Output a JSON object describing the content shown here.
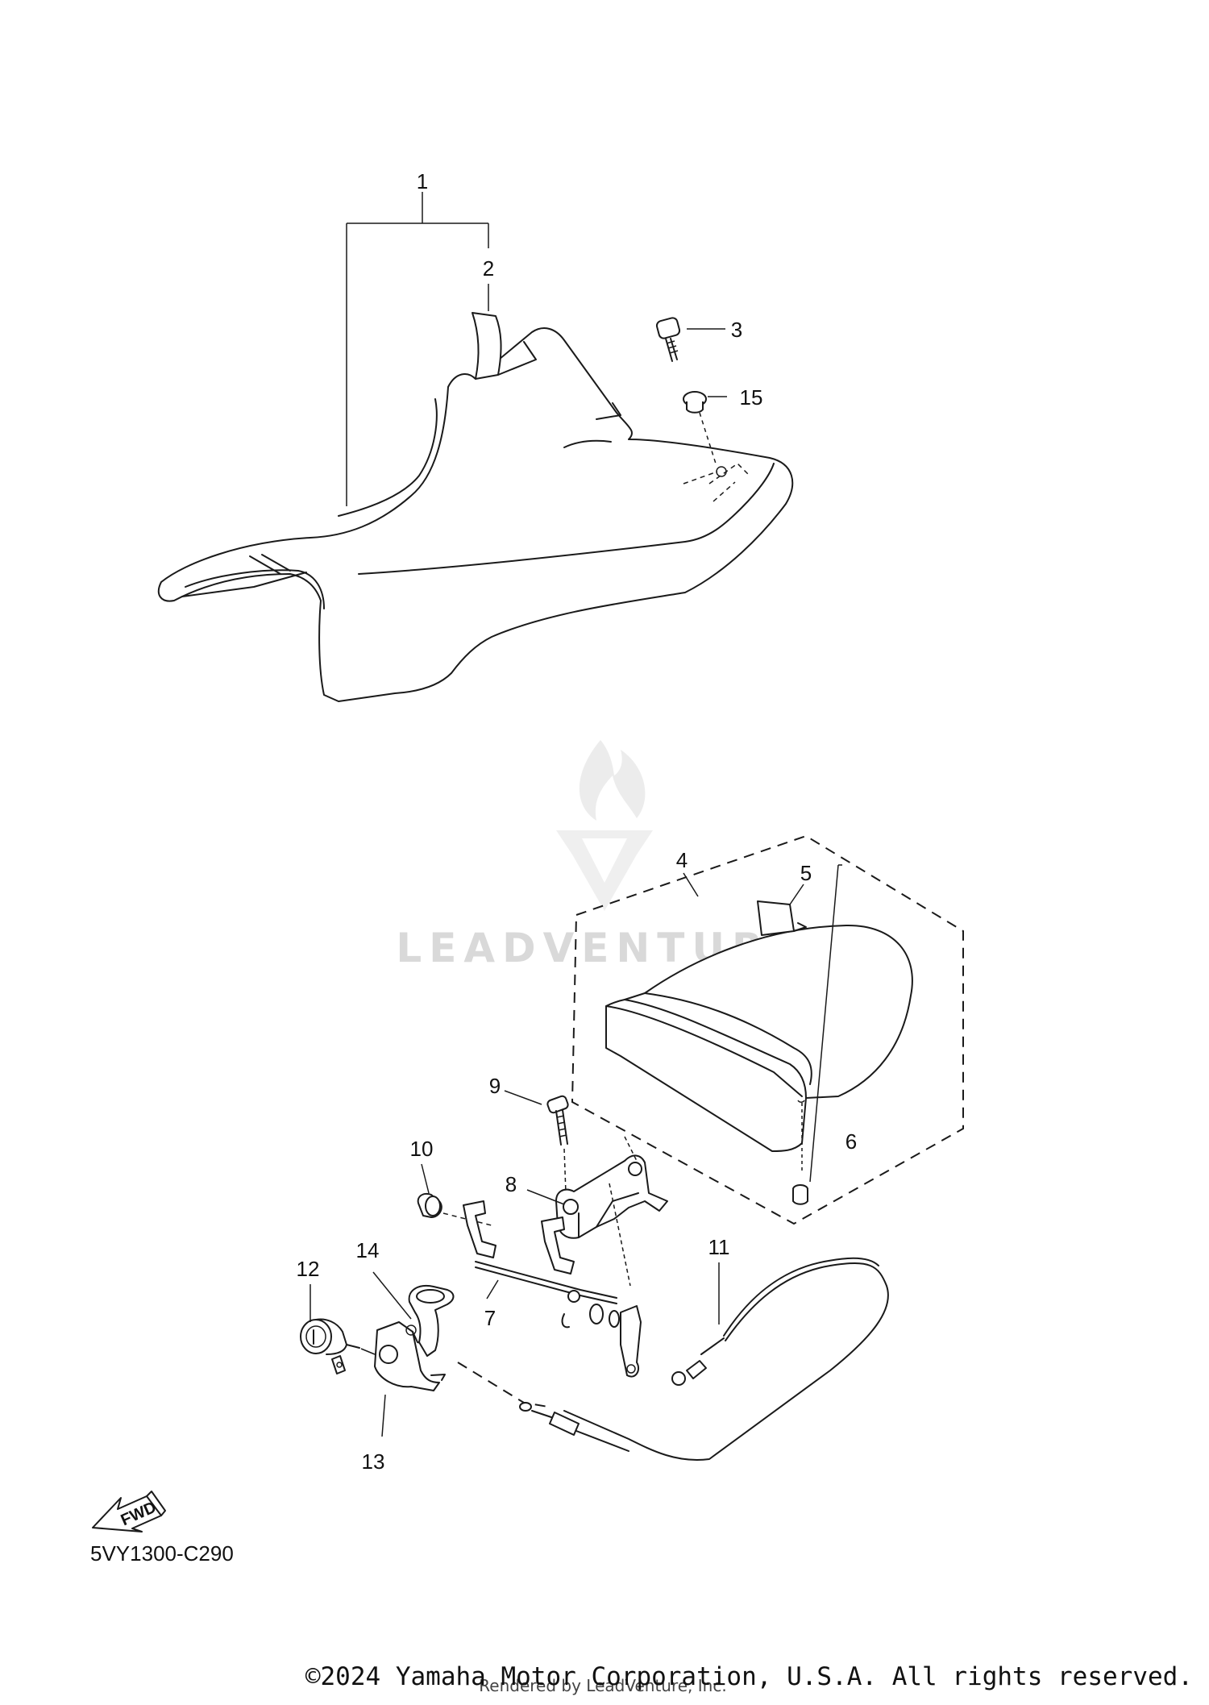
{
  "diagram_code": "5VY1300-C290",
  "fwd_label": "FWD",
  "watermark": "LEADVENTURE",
  "rendered_by": "Rendered by LeadVenture, Inc.",
  "copyright": "©2024 Yamaha Motor Corporation, U.S.A. All rights reserved.",
  "callouts": {
    "c1": "1",
    "c2": "2",
    "c3": "3",
    "c4": "4",
    "c5": "5",
    "c6": "6",
    "c7": "7",
    "c8": "8",
    "c9": "9",
    "c10": "10",
    "c11": "11",
    "c12": "12",
    "c13": "13",
    "c14": "14",
    "c15": "15"
  }
}
